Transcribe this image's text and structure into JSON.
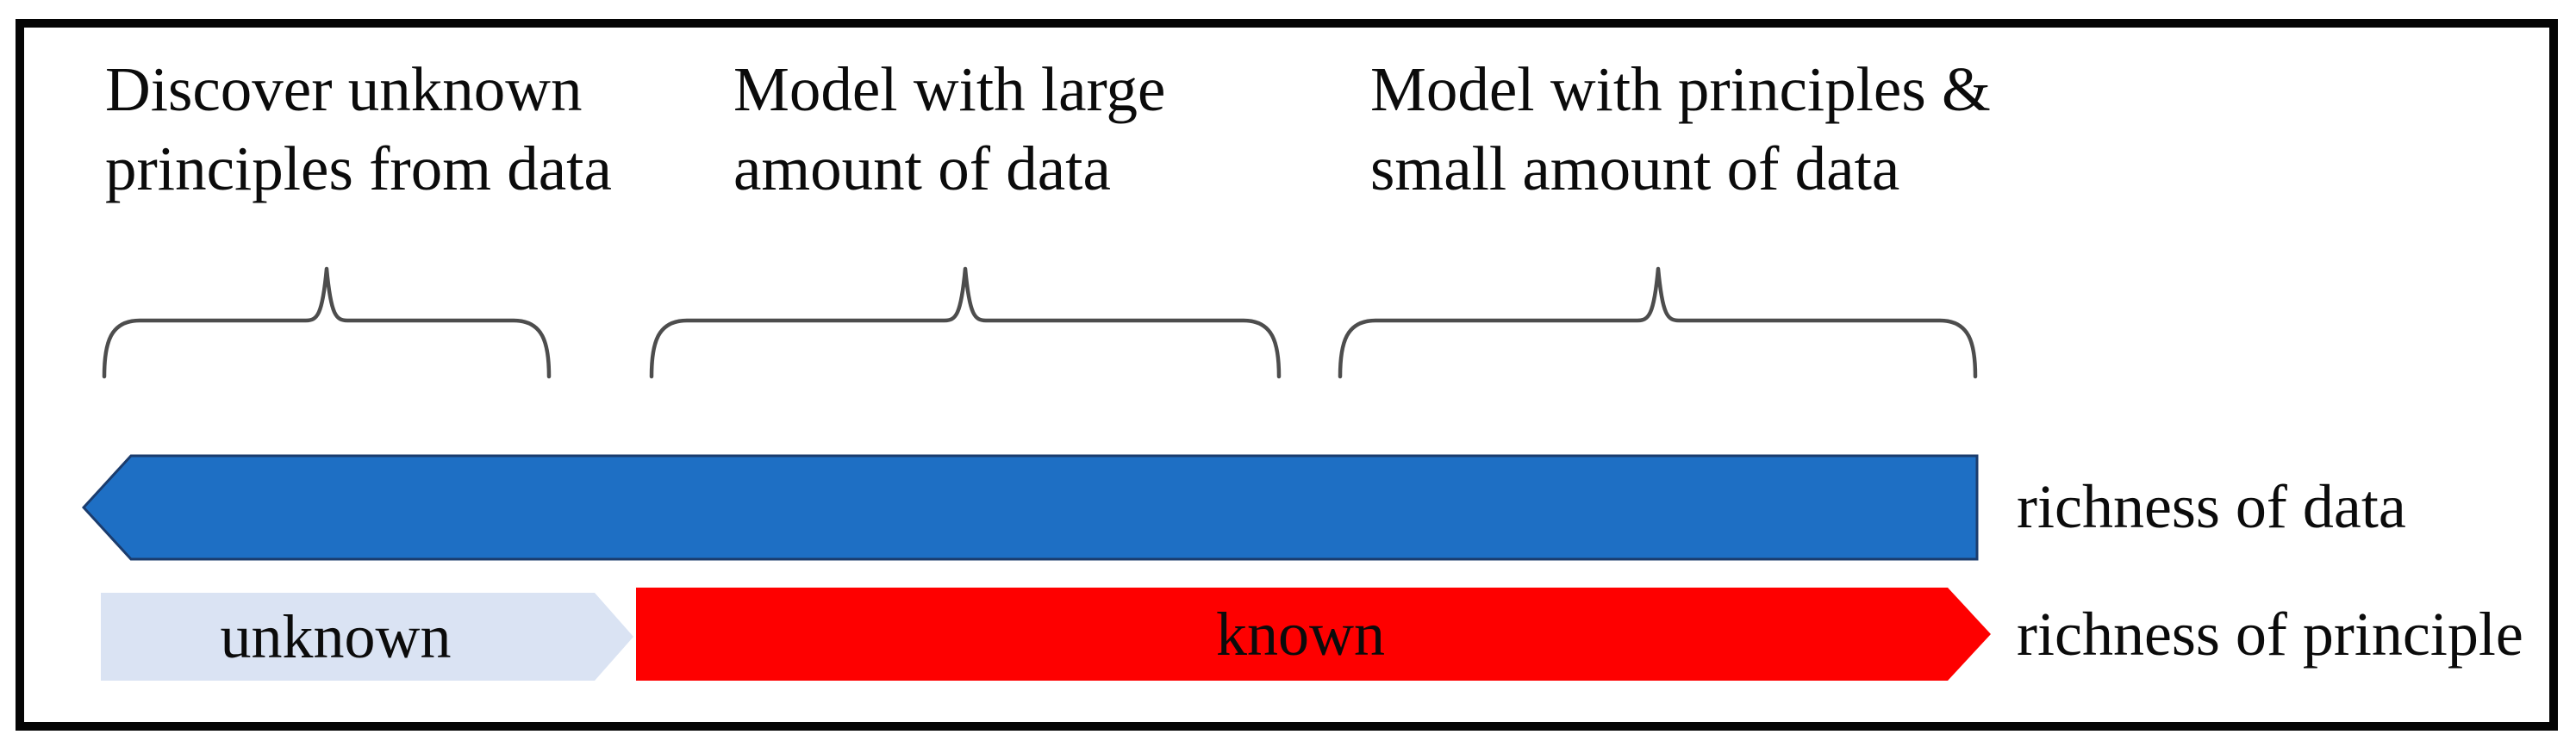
{
  "frame": {
    "border_color": "#050505"
  },
  "top_labels": [
    {
      "text": "Discover unknown\nprinciples from data"
    },
    {
      "text": "Model with large\namount of data"
    },
    {
      "text": "Model with principles &\nsmall amount of data"
    }
  ],
  "data_axis": {
    "label": "richness of data",
    "direction": "left",
    "arrow_fill": "#1E6FC4",
    "arrow_stroke": "#1B3C6D"
  },
  "principle_axis": {
    "label": "richness of principle",
    "direction": "right",
    "segments": [
      {
        "label": "unknown",
        "fill": "#DAE3F3"
      },
      {
        "label": "known",
        "fill": "#FE0000"
      }
    ]
  }
}
